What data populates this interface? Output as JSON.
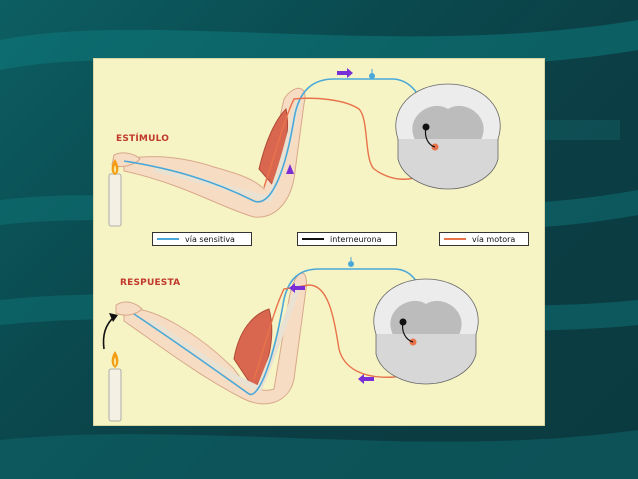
{
  "labels": {
    "stimulus": "ESTÍMULO",
    "response": "RESPUESTA"
  },
  "legend": [
    {
      "text": "vía sensitiva",
      "color": "#4aa8d8"
    },
    {
      "text": "interneurona",
      "color": "#111111"
    },
    {
      "text": "vía motora",
      "color": "#e8734a"
    }
  ],
  "colors": {
    "sensory": "#4aa8d8",
    "motor": "#e8734a",
    "interneuron": "#111111",
    "arrow": "#7a2fd6",
    "panel": "#f6f4c5"
  },
  "icons": [
    "candle-icon",
    "arrow-right-icon",
    "arrow-left-icon",
    "curved-arrow-icon"
  ]
}
